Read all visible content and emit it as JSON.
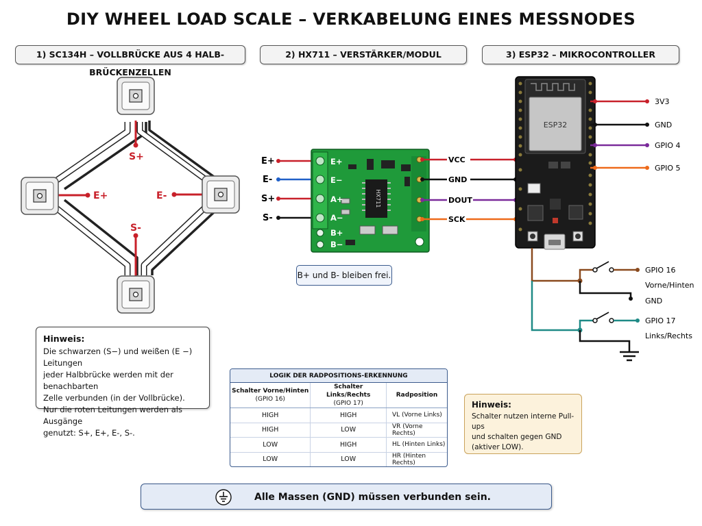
{
  "title": "DIY WHEEL LOAD SCALE – VERKABELUNG EINES MESSNODES",
  "sections": {
    "s1": "1) SC134H – VOLLBRÜCKE AUS 4 HALB-BRÜCKENZELLEN",
    "s2": "2) HX711 – VERSTÄRKER/MODUL",
    "s3": "3) ESP32 – MIKROCONTROLLER"
  },
  "bridge": {
    "top": "S+",
    "left": "E+",
    "right": "E-",
    "bottom": "S-"
  },
  "hx711": {
    "chip": "HX711",
    "in_labels": [
      "E+",
      "E-",
      "S+",
      "S-"
    ],
    "board_labels": [
      "E+",
      "E−",
      "A+",
      "A−",
      "B+",
      "B−"
    ],
    "out_labels": [
      "VCC",
      "GND",
      "DOUT",
      "SCK"
    ],
    "hint": "B+ und B- bleiben frei."
  },
  "esp32": {
    "chip": "ESP32",
    "pins": [
      "3V3",
      "GND",
      "GPIO 4",
      "GPIO 5"
    ],
    "switch1_pin": "GPIO 16",
    "switch1_label": "Vorne/Hinten",
    "switch1_gnd": "GND",
    "switch2_pin": "GPIO 17",
    "switch2_label": "Links/Rechts"
  },
  "note1": {
    "heading": "Hinweis:",
    "lines": [
      "Die schwarzen (S−) und weißen (E −) Leitungen",
      "jeder Halbbrücke werden mit der benachbarten",
      "Zelle verbunden (in der Vollbrücke).",
      "Nur die roten Leitungen werden als Ausgänge",
      "genutzt: S+, E+, E-, S-."
    ]
  },
  "logic": {
    "title": "LOGIK DER RADPOSITIONS-ERKENNUNG",
    "headers": [
      {
        "main": "Schalter Vorne/Hinten",
        "sub": "(GPIO 16)"
      },
      {
        "main": "Schalter Links/Rechts",
        "sub": "(GPIO 17)"
      },
      {
        "main": "Radposition",
        "sub": ""
      }
    ],
    "rows": [
      [
        "HIGH",
        "HIGH",
        "VL  (Vorne Links)"
      ],
      [
        "HIGH",
        "LOW",
        "VR  (Vorne Rechts)"
      ],
      [
        "LOW",
        "HIGH",
        "HL  (Hinten Links)"
      ],
      [
        "LOW",
        "LOW",
        "HR  (Hinten Rechts)"
      ]
    ]
  },
  "note2": {
    "heading": "Hinweis:",
    "lines": [
      "Schalter nutzen interne Pull-ups",
      "und schalten gegen GND",
      "(aktiver LOW)."
    ]
  },
  "footer": "Alle Massen (GND) müssen verbunden sein.",
  "colors": {
    "red": "#c8202a",
    "blue": "#2060c8",
    "black": "#111111",
    "purple": "#7a2a9a",
    "orange": "#ee6a1a",
    "brown": "#8a4a1e",
    "teal": "#1e8a86",
    "pcb_green": "#1f9a3a",
    "esp_board": "#1b1b1b"
  }
}
